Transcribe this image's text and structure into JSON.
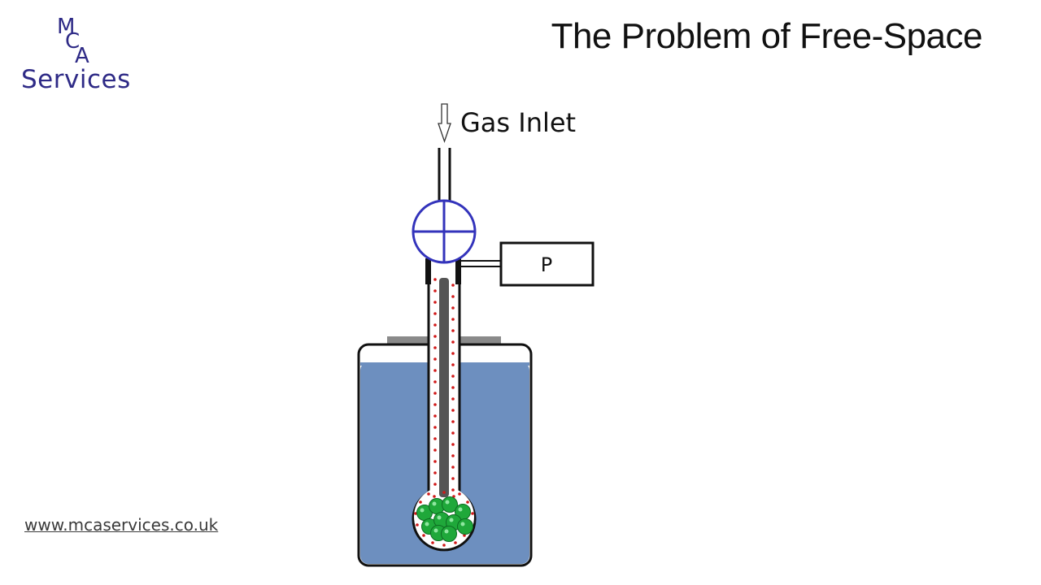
{
  "logo": {
    "line1": "M",
    "line2": "C",
    "line3": "A",
    "line4": "Services"
  },
  "title": "The Problem of Free-Space",
  "website": "www.mcaservices.co.uk",
  "diagram": {
    "gas_inlet_label": "Gas Inlet",
    "gauge_label": "P",
    "colors": {
      "valve": "#3333bb",
      "bath_liquid": "#6d8fbf",
      "sample": "#1fa83a",
      "gas_molecule": "#d01818",
      "rod": "#555555"
    }
  }
}
